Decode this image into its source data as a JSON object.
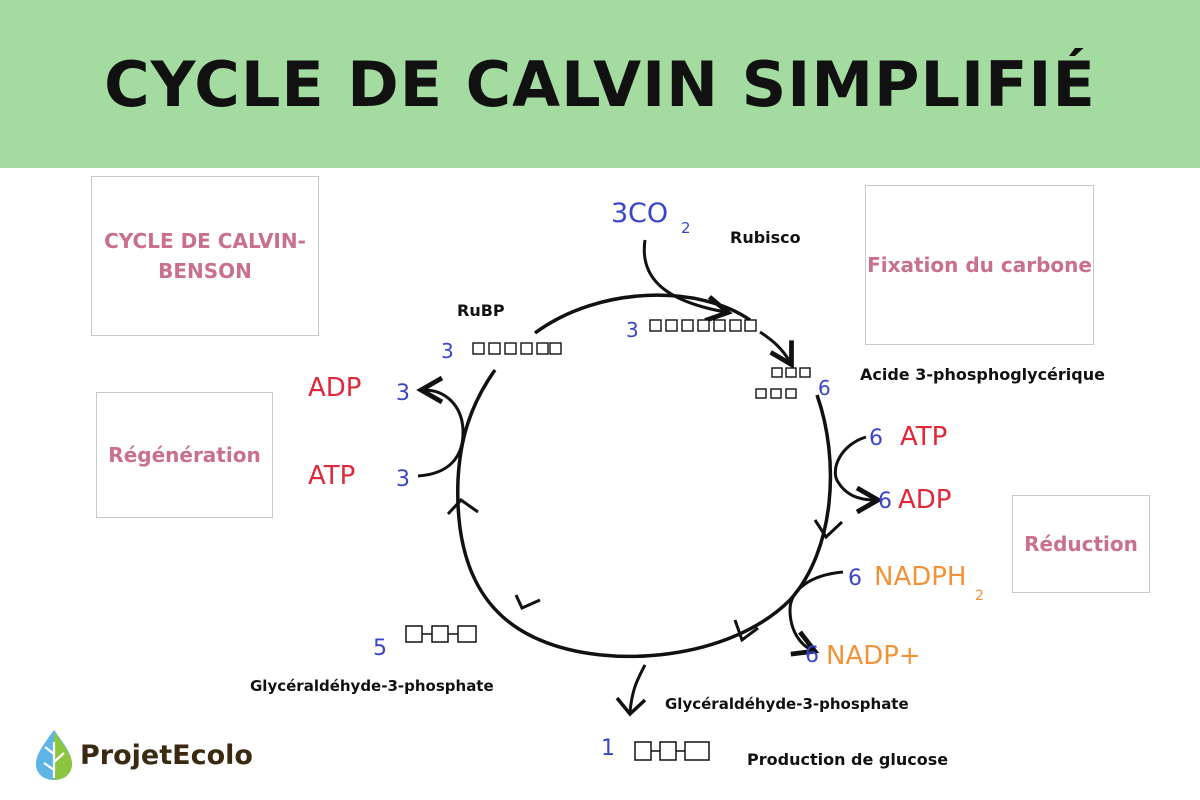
{
  "title": "CYCLE DE CALVIN SIMPLIFIÉ",
  "boxes": {
    "cycle": "CYCLE DE CALVIN-BENSON",
    "fixation": "Fixation du carbone",
    "regeneration": "Régénération",
    "reduction": "Réduction"
  },
  "labels": {
    "rubisco": "Rubisco",
    "rubp": "RuBP",
    "acide": "Acide 3-phosphoglycérique",
    "g3p_left": "Glycéraldéhyde-3-phosphate",
    "g3p_right": "Glycéraldéhyde-3-phosphate",
    "glucose": "Production de glucose"
  },
  "molecules": {
    "co2": {
      "count": "3",
      "name": "CO",
      "sub": "2"
    },
    "carbon6": {
      "count": "3"
    },
    "rubp": {
      "count": "3"
    },
    "pga": {
      "count": "6"
    },
    "atp_in": {
      "count": "6",
      "name": "ATP"
    },
    "adp_out": {
      "count": "6",
      "name": "ADP"
    },
    "nadph": {
      "count": "6",
      "name": "NADPH",
      "sub": "2"
    },
    "nadp": {
      "count": "6",
      "name": "NADP+"
    },
    "g3p_regen": {
      "count": "5"
    },
    "g3p_out": {
      "count": "1"
    },
    "regen_adp": {
      "count": "3",
      "name": "ADP"
    },
    "regen_atp": {
      "count": "3",
      "name": "ATP"
    }
  },
  "logo": {
    "text": "ProjetEcolo"
  },
  "colors": {
    "banner": "#a3dba0",
    "box_text": "#c96f8f",
    "count_blue": "#3b45c8",
    "atp_red": "#e0283a",
    "nadph_orange": "#f2933a"
  }
}
